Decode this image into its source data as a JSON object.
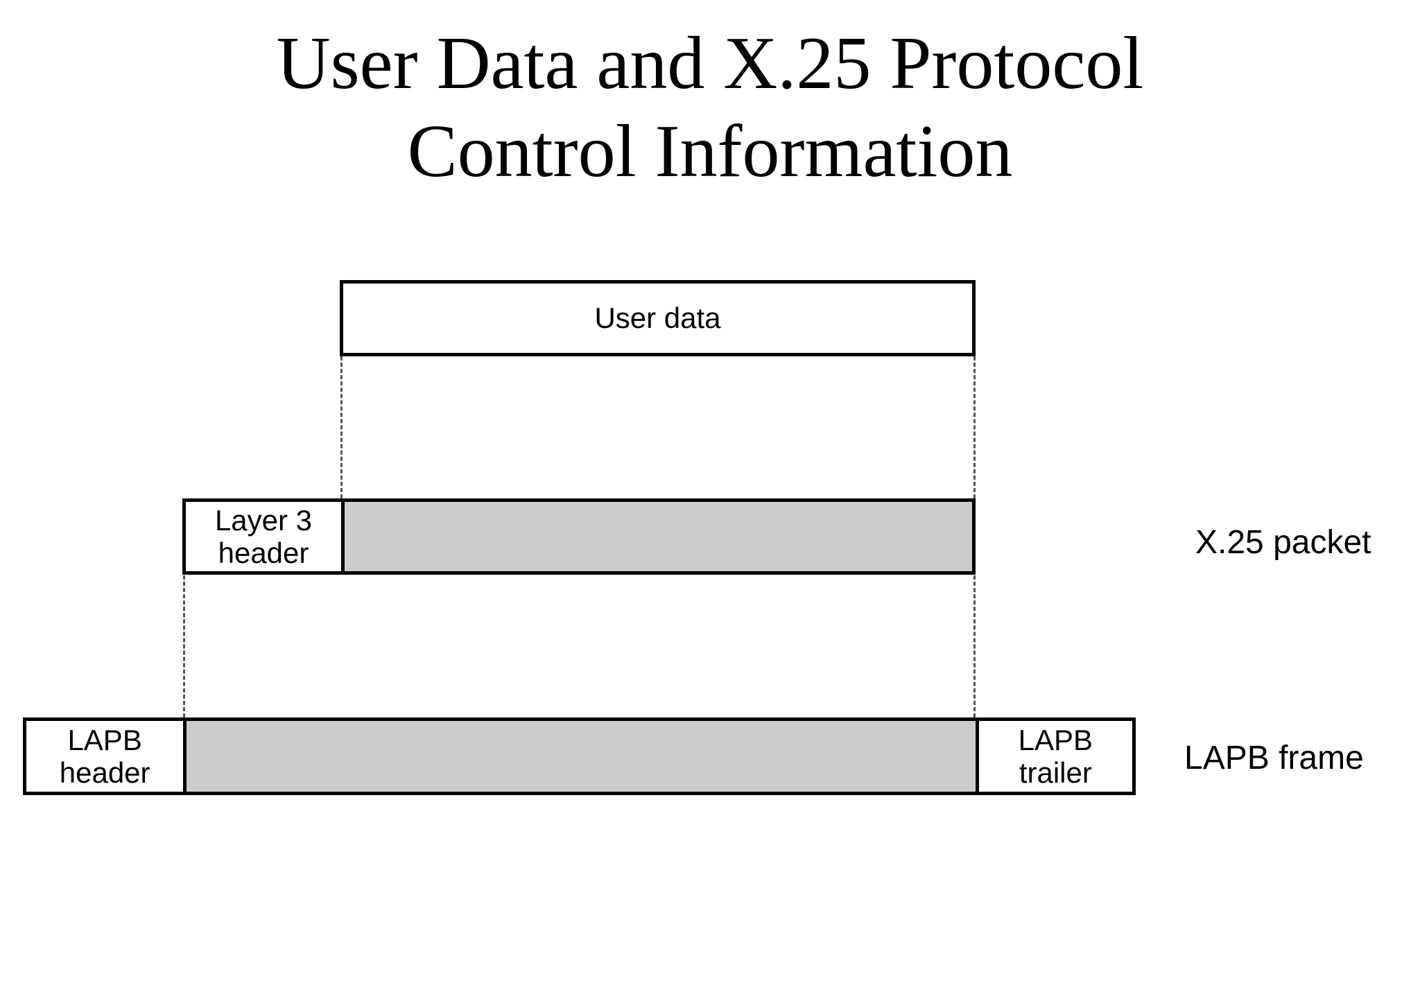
{
  "slide": {
    "title_lines": [
      "User Data and X.25 Protocol",
      "Control Information"
    ],
    "background_color": "#ffffff",
    "text_color": "#000000"
  },
  "diagram": {
    "type": "protocol-encapsulation",
    "payload_fill_color": "#cccccc",
    "border_color": "#000000",
    "leader_line_color": "#555555",
    "rows": [
      {
        "name": "user-data",
        "label": "",
        "cells": [
          {
            "name": "user-data",
            "text": "User data",
            "fill": "#ffffff"
          }
        ]
      },
      {
        "name": "x25-packet",
        "label": "X.25 packet",
        "cells": [
          {
            "name": "layer3-header",
            "text": "Layer 3\nheader",
            "text_line1": "Layer 3",
            "text_line2": "header",
            "fill": "#ffffff"
          },
          {
            "name": "x25-payload",
            "text": "",
            "fill": "#cccccc"
          }
        ]
      },
      {
        "name": "lapb-frame",
        "label": "LAPB frame",
        "cells": [
          {
            "name": "lapb-header",
            "text": "LAPB\nheader",
            "text_line1": "LAPB",
            "text_line2": "header",
            "fill": "#ffffff"
          },
          {
            "name": "lapb-payload",
            "text": "",
            "fill": "#cccccc"
          },
          {
            "name": "lapb-trailer",
            "text": "LAPB\ntrailer",
            "text_line1": "LAPB",
            "text_line2": "trailer",
            "fill": "#ffffff"
          }
        ]
      }
    ],
    "labels": {
      "user_data": "User data",
      "layer3_header_line1": "Layer 3",
      "layer3_header_line2": "header",
      "lapb_header_line1": "LAPB",
      "lapb_header_line2": "header",
      "lapb_trailer_line1": "LAPB",
      "lapb_trailer_line2": "trailer",
      "x25_packet": "X.25 packet",
      "lapb_frame": "LAPB frame"
    }
  }
}
